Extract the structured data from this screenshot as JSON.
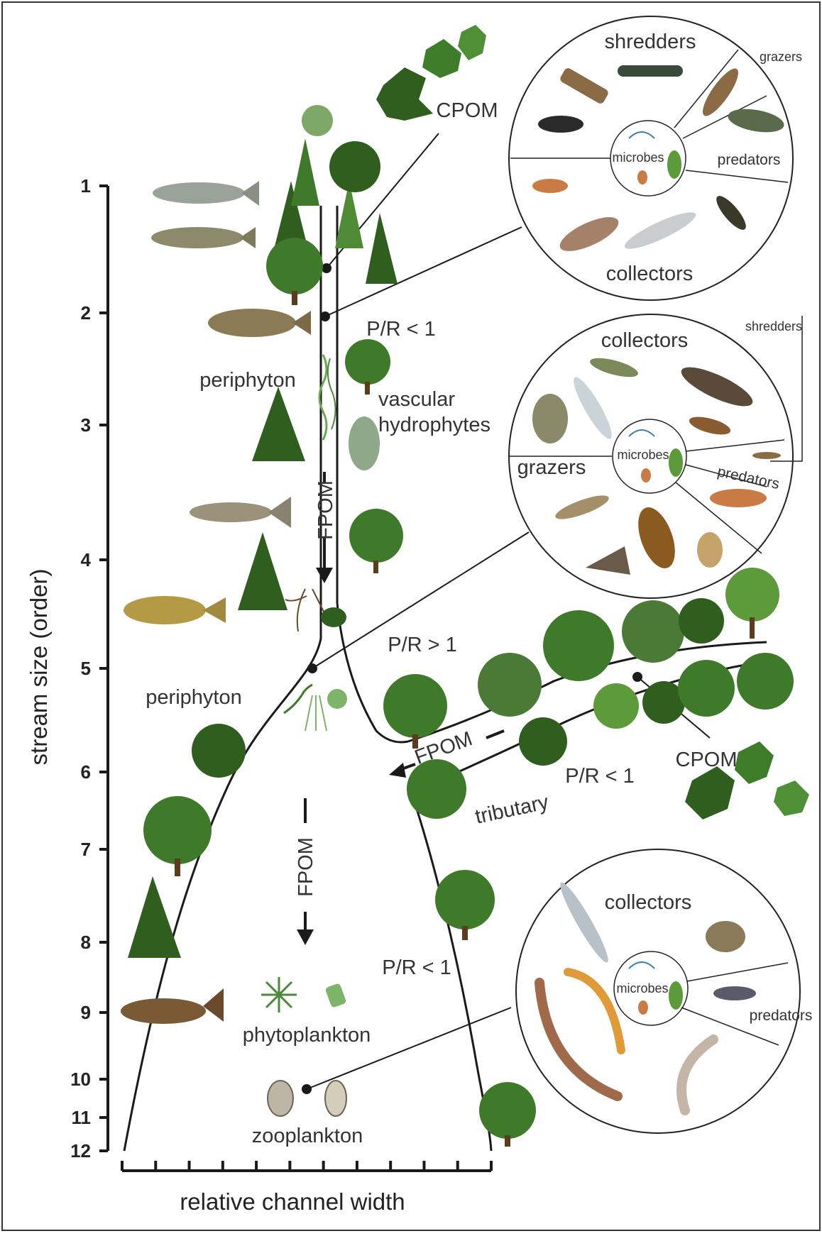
{
  "figure": {
    "y_axis": {
      "title": "stream size (order)",
      "ticks": [
        "1",
        "2",
        "3",
        "4",
        "5",
        "6",
        "7",
        "8",
        "9",
        "10",
        "11",
        "12"
      ]
    },
    "x_axis": {
      "title": "relative channel width"
    }
  },
  "labels": {
    "cpom_top": "CPOM",
    "pr_top": "P/R < 1",
    "periphyton_top": "periphyton",
    "vascular_1": "vascular",
    "vascular_2": "hydrophytes",
    "fpom_upper": "FPOM",
    "pr_mid": "P/R > 1",
    "periphyton_mid": "periphyton",
    "fpom_trib": "FPOM",
    "tributary": "tributary",
    "pr_trib": "P/R < 1",
    "cpom_trib": "CPOM",
    "fpom_lower": "FPOM",
    "pr_bottom": "P/R < 1",
    "phytoplankton": "phytoplankton",
    "zooplankton": "zooplankton"
  },
  "circles": {
    "top": {
      "shredders": "shredders",
      "grazers": "grazers",
      "predators": "predators",
      "collectors": "collectors",
      "microbes": "microbes"
    },
    "middle": {
      "collectors": "collectors",
      "grazers": "grazers",
      "predators": "predators",
      "shredders": "shredders",
      "microbes": "microbes"
    },
    "bottom": {
      "collectors": "collectors",
      "predators": "predators",
      "microbes": "microbes"
    }
  },
  "colors": {
    "line": "#1a1a1a",
    "tree_dark": "#2f5e1e",
    "tree_mid": "#3f7a2a",
    "tree_light": "#5d9a3a",
    "leaf": "#3d7d2a",
    "fish": "#8a7a55",
    "insect": "#8a6b45"
  }
}
